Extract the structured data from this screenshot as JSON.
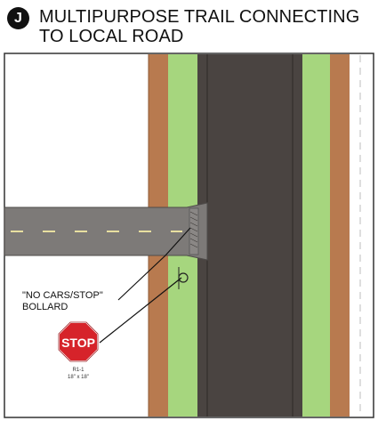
{
  "badge": "J",
  "title": {
    "line1": "MULTIPURPOSE TRAIL CONNECTING",
    "line2": "TO LOCAL ROAD"
  },
  "callouts": {
    "bollard_line1": "\"NO CARS/STOP\"",
    "bollard_line2": "BOLLARD"
  },
  "stop_sign": {
    "text": "STOP",
    "code": "R1-1",
    "size": "18\" x 18\""
  },
  "colors": {
    "road": "#4a4441",
    "trail": "#7d7a78",
    "trail_centerline": "#e8dfa0",
    "grass": "#a6d67e",
    "dirt": "#b87a4f",
    "stop_red": "#d6232a"
  },
  "icons": {
    "badge": "letter-badge-icon",
    "bollard": "bollard-icon",
    "stop": "stop-sign-icon"
  }
}
